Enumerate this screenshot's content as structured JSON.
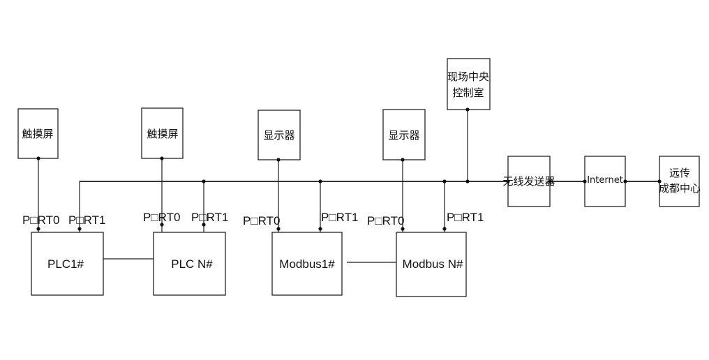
{
  "diagram": {
    "hmi_1": "触摸屏",
    "hmi_n": "触摸屏",
    "display_1": "显示器",
    "display_n": "显示器",
    "control_room_line1": "现场中央",
    "control_room_line2": "控制室",
    "wireless": "无线发送器",
    "internet": "Internet",
    "remote_line1": "远传",
    "remote_line2": "成都中心",
    "plc_1": "PLC1#",
    "plc_n": "PLC  N#",
    "modbus_1": "Modbus1#",
    "modbus_n": "Modbus  N#",
    "port0": "P□RT0",
    "port1": "P□RT1"
  }
}
